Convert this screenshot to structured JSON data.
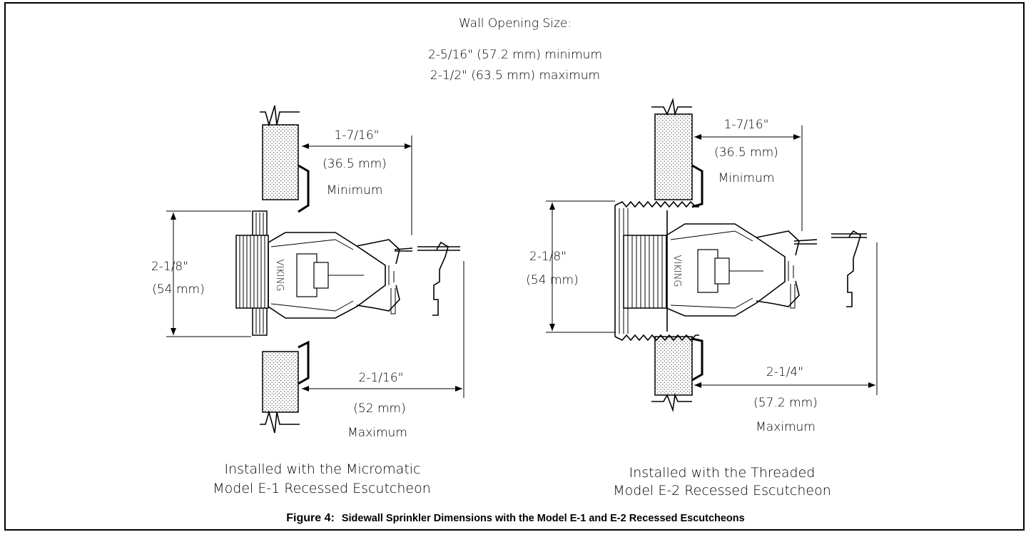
{
  "header": {
    "title": "Wall Opening Size:",
    "min_line": "2-5/16\" (57.2 mm) minimum",
    "max_line": "2-1/2\" (63.5 mm) maximum"
  },
  "left": {
    "top_dim": "1-7/16\"",
    "top_dim_mm": "(36.5 mm)",
    "top_dim_qual": "Minimum",
    "height_dim": "2-1/8\"",
    "height_dim_mm": "(54 mm)",
    "bottom_dim": "2-1/16\"",
    "bottom_dim_mm": "(52 mm)",
    "bottom_dim_qual": "Maximum",
    "brand": "VIKING",
    "caption_line1": "Installed with the Micromatic",
    "caption_line2": "Model E-1 Recessed Escutcheon"
  },
  "right": {
    "top_dim": "1-7/16\"",
    "top_dim_mm": "(36.5 mm)",
    "top_dim_qual": "Minimum",
    "height_dim": "2-1/8\"",
    "height_dim_mm": "(54 mm)",
    "bottom_dim": "2-1/4\"",
    "bottom_dim_mm": "(57.2 mm)",
    "bottom_dim_qual": "Maximum",
    "brand": "VIKING",
    "caption_line1": "Installed with the Threaded",
    "caption_line2": "Model E-2 Recessed Escutcheon"
  },
  "figure": {
    "number": "Figure 4:",
    "caption": "Sidewall Sprinkler Dimensions with the Model E-1 and E-2 Recessed Escutcheons"
  }
}
